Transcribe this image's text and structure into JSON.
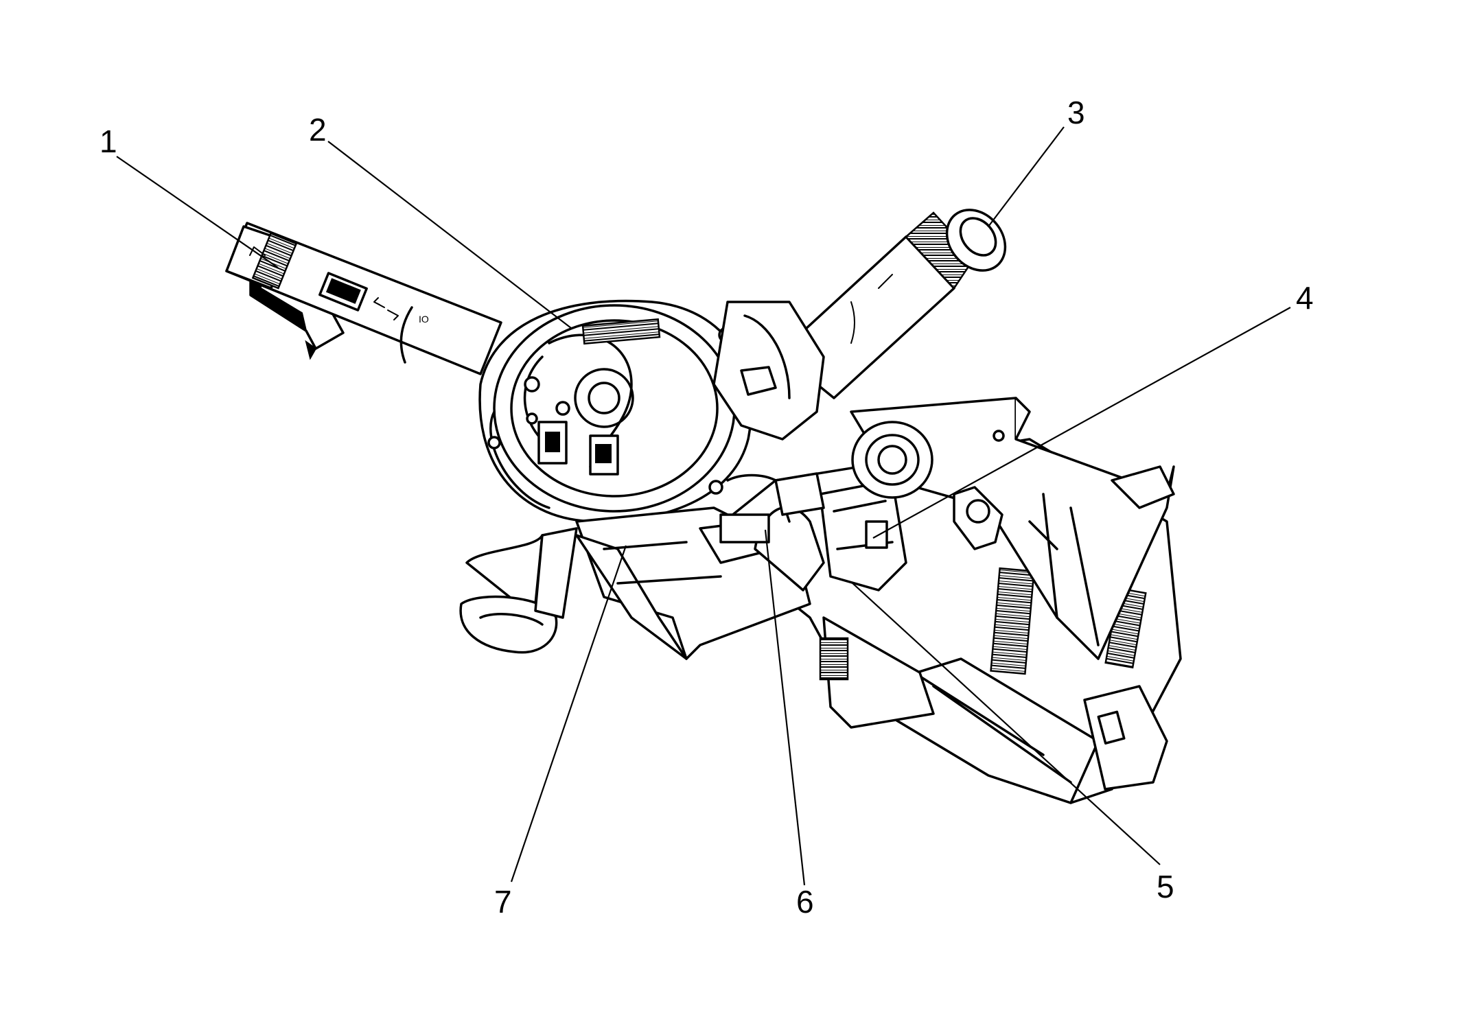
{
  "callouts": [
    {
      "id": "1",
      "label": "1"
    },
    {
      "id": "2",
      "label": "2"
    },
    {
      "id": "3",
      "label": "3"
    },
    {
      "id": "4",
      "label": "4"
    },
    {
      "id": "5",
      "label": "5"
    },
    {
      "id": "6",
      "label": "6"
    },
    {
      "id": "7",
      "label": "7"
    }
  ],
  "lever_marking": "IO",
  "colors": {
    "ink": "#000000",
    "background": "#ffffff"
  }
}
